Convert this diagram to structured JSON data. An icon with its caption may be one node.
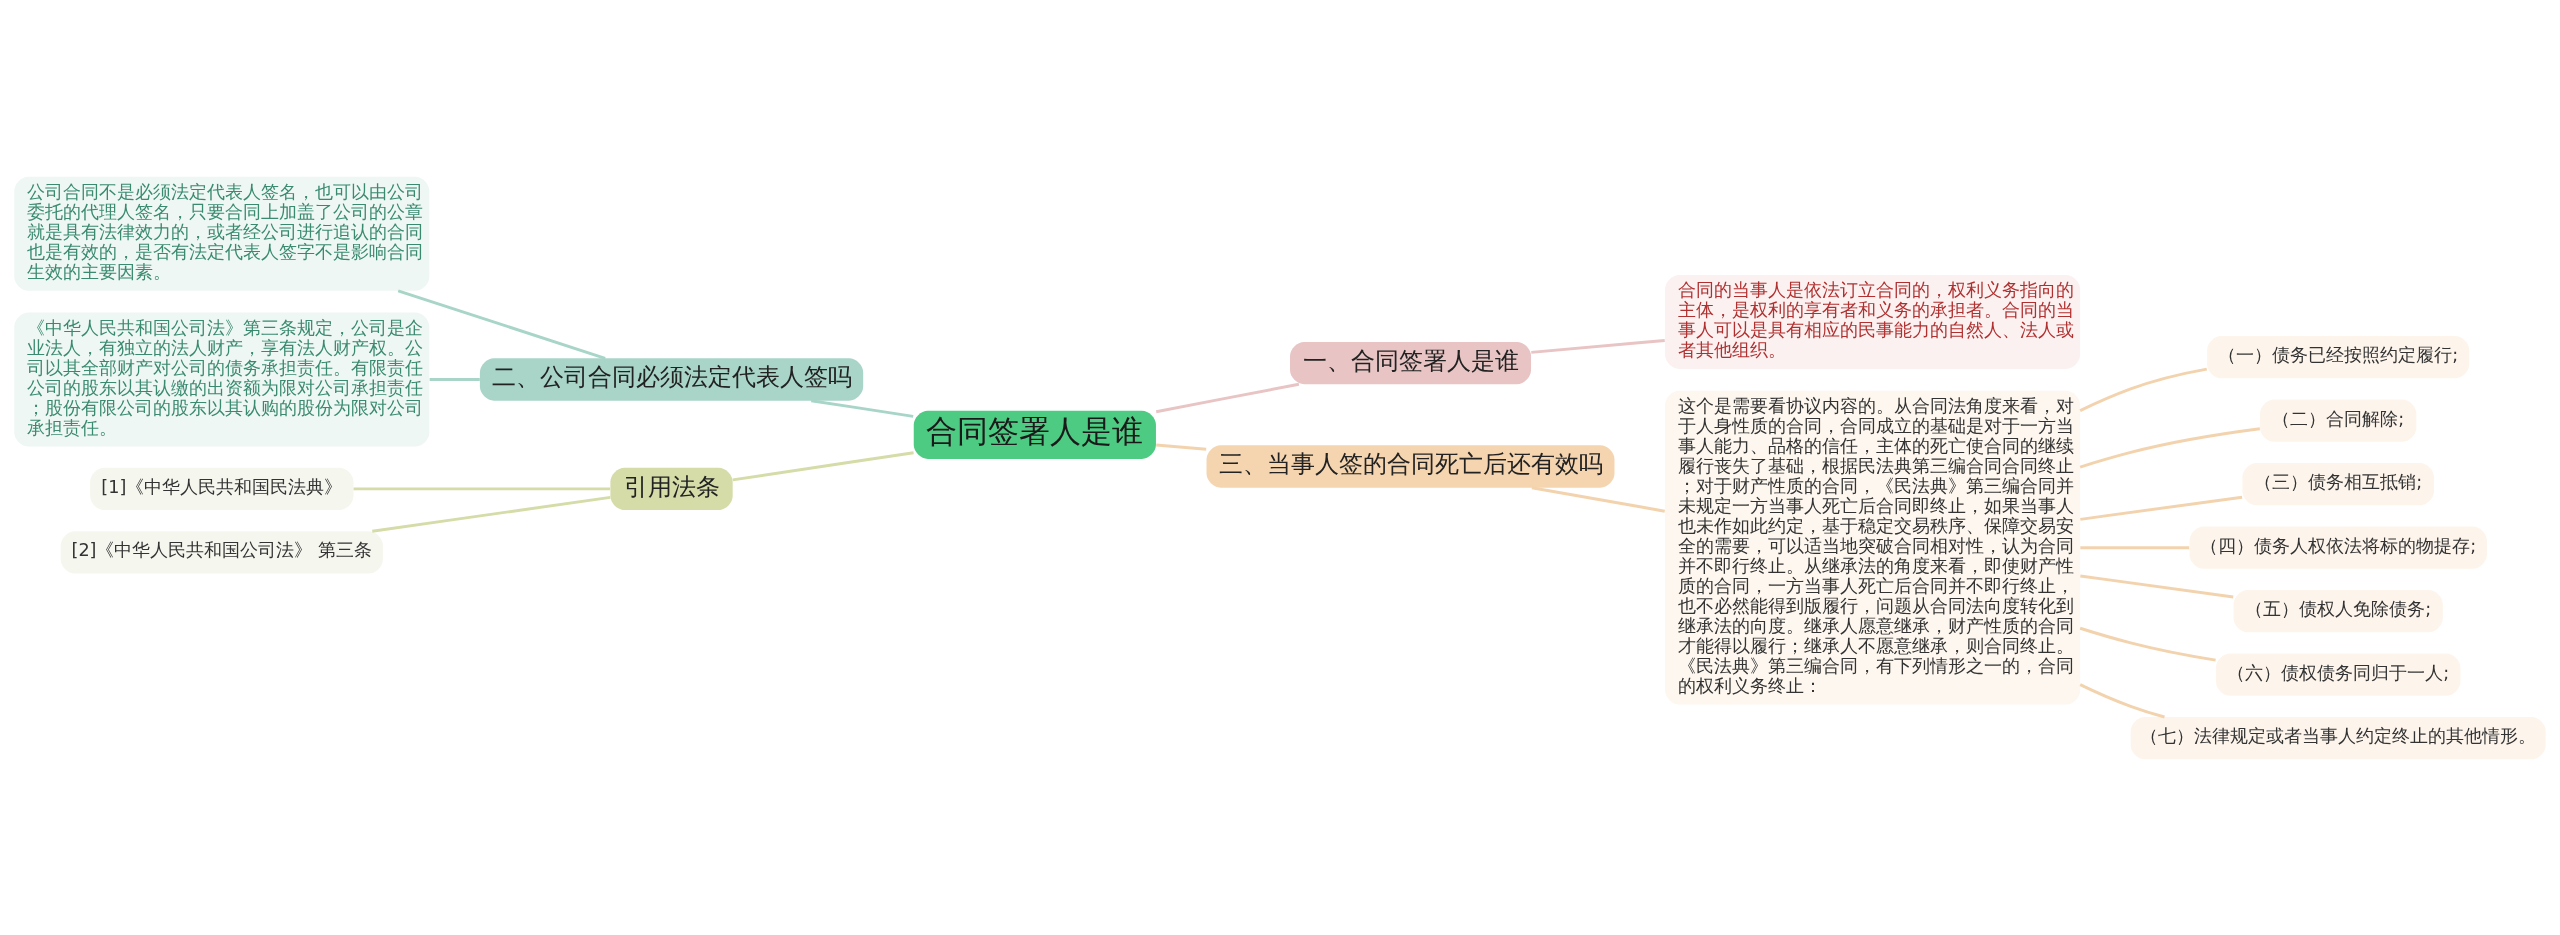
{
  "diagram": {
    "nodes": [
      {
        "text": [
          "合同签署人是谁"
        ]
      },
      {
        "text": [
          "一、合同签署人是谁"
        ]
      },
      {
        "text": [
          "合同的当事人是依法订立合同的，权利义务指向的主体，是权利的享有者和义务的承担者。合同的当事人可以是具有相应的民事能力的自然人、法人或者其他组织。"
        ]
      },
      {
        "text": [
          "三、当事人签的合同死亡后还有效吗"
        ]
      },
      {
        "text": [
          "这个是需要看协议内容的。从合同法角度来看，对于人身性质的合同，合同成立的基础是对于一方当事人能力、品格的信任，主体的死亡使合同的继续履行丧失了基础，根据民法典第三编合同合同终止；对于财产性质的合同，《民法典》第三编合同并未规定一方当事人死亡后合同即终止，如果当事人也未作如此约定，基于稳定交易秩序、保障交易安全的需要，可以适当地突破合同相对性，认为合同并不即行终止。从继承法的角度来看，即使财产性质的合同，一方当事人死亡后合同并不即行终止，也不必然能得到版履行，问题从合同法向度转化到继承法的向度。继承人愿意继承，财产性质的合同才能得以履行；继承人不愿意继承，则合同终止。《民法典》第三编合同，有下列情形之一的，合同的权利义务终止："
        ]
      },
      {
        "text": [
          "（一）债务已经按照约定履行;"
        ]
      },
      {
        "text": [
          "（二）合同解除;"
        ]
      },
      {
        "text": [
          "（三）债务相互抵销;"
        ]
      },
      {
        "text": [
          "（四）债务人权依法将标的物提存;"
        ]
      },
      {
        "text": [
          "（五）债权人免除债务;"
        ]
      },
      {
        "text": [
          "（六）债权债务同归于一人;"
        ]
      },
      {
        "text": [
          "（七）法律规定或者当事人约定终止的其他情形。"
        ]
      },
      {
        "text": [
          "二、公司合同必须法定代表人签吗"
        ]
      },
      {
        "text": [
          "公司合同不是必须法定代表人签名，也可以由公司委托的代理人签名，只要合同上加盖了公司的公章就是具有法律效力的，或者经公司进行追认的合同也是有效的，是否有法定代表人签字不是影响合同生效的主要因素。"
        ]
      },
      {
        "text": [
          "《中华人民共和国公司法》第三条规定，公司是企业法人，有独立的法人财产，享有法人财产权。公司以其全部财产对公司的债务承担责任。有限责任公司的股东以其认缴的出资额为限对公司承担责任；股份有限公司的股东以其认购的股份为限对公司承担责任。"
        ]
      },
      {
        "text": [
          "引用法条"
        ]
      },
      {
        "text": [
          "[1]《中华人民共和国民法典》"
        ]
      },
      {
        "text": [
          "[2]《中华人民共和国公司法》 第三条"
        ]
      }
    ],
    "edges": [
      {
        "from": 0,
        "to": 1,
        "arrow": "none",
        "color": "#e8c4c4"
      },
      {
        "from": 1,
        "to": 2,
        "arrow": "none",
        "color": "#e8c4c4"
      },
      {
        "from": 0,
        "to": 3,
        "arrow": "none",
        "color": "#f2d3ae"
      },
      {
        "from": 3,
        "to": 4,
        "arrow": "none",
        "color": "#f2d3ae"
      },
      {
        "from": 4,
        "to": 5,
        "arrow": "none",
        "color": "#f2d3ae"
      },
      {
        "from": 4,
        "to": 6,
        "arrow": "none",
        "color": "#f2d3ae"
      },
      {
        "from": 4,
        "to": 7,
        "arrow": "none",
        "color": "#f2d3ae"
      },
      {
        "from": 4,
        "to": 8,
        "arrow": "none",
        "color": "#f2d3ae"
      },
      {
        "from": 4,
        "to": 9,
        "arrow": "none",
        "color": "#f2d3ae"
      },
      {
        "from": 4,
        "to": 10,
        "arrow": "none",
        "color": "#f2d3ae"
      },
      {
        "from": 4,
        "to": 11,
        "arrow": "none",
        "color": "#f2d3ae"
      },
      {
        "from": 0,
        "to": 12,
        "arrow": "none",
        "color": "#a8d5c8"
      },
      {
        "from": 12,
        "to": 13,
        "arrow": "none",
        "color": "#a8d5c8"
      },
      {
        "from": 12,
        "to": 14,
        "arrow": "none",
        "color": "#a8d5c8"
      },
      {
        "from": 0,
        "to": 15,
        "arrow": "none",
        "color": "#d5dca8"
      },
      {
        "from": 15,
        "to": 16,
        "arrow": "none",
        "color": "#d5dca8"
      },
      {
        "from": 15,
        "to": 17,
        "arrow": "none",
        "color": "#d5dca8"
      }
    ]
  }
}
